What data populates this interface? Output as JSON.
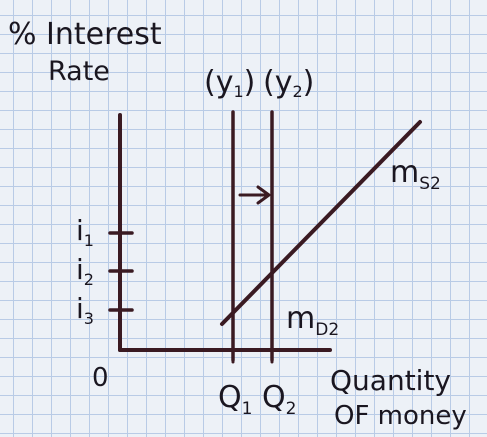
{
  "y_axis": {
    "line1": "% Interest",
    "line2": "Rate"
  },
  "x_axis": {
    "line1": "Quantity",
    "line2": "OF money"
  },
  "origin": "0",
  "interest_ticks": [
    {
      "letter": "i",
      "sub": "1"
    },
    {
      "letter": "i",
      "sub": "2"
    },
    {
      "letter": "i",
      "sub": "3"
    }
  ],
  "quantity_ticks": [
    {
      "letter": "Q",
      "sub": "1"
    },
    {
      "letter": "Q",
      "sub": "2"
    }
  ],
  "income_labels": [
    {
      "letter": "y",
      "sub": "1"
    },
    {
      "letter": "y",
      "sub": "2"
    }
  ],
  "supply_curve": {
    "letter": "m",
    "sub": "S2"
  },
  "demand_curve": {
    "letter": "m",
    "sub": "D2"
  },
  "colors": {
    "ink": "#3a1a22",
    "text": "#1a1620",
    "grid": "#b9cbe6"
  }
}
